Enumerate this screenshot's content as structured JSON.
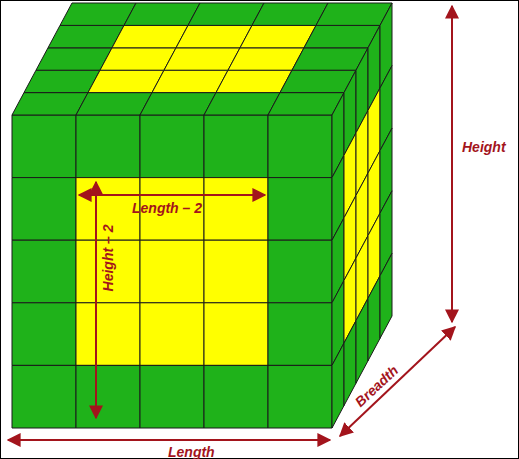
{
  "diagram": {
    "labels": [
      "Height",
      "Length – 2",
      "Height – 2",
      "Breadth",
      "Length"
    ]
  }
}
